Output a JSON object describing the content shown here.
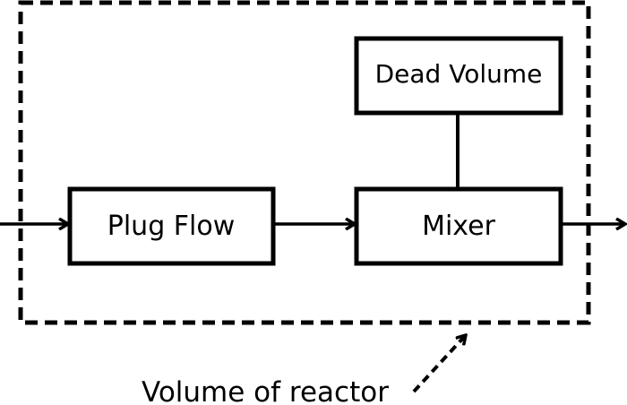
{
  "diagram": {
    "boundary_label": "Volume of reactor",
    "blocks": {
      "plug_flow": "Plug Flow",
      "mixer": "Mixer",
      "dead_volume": "Dead Volume"
    },
    "colors": {
      "stroke": "#000000",
      "background": "#ffffff"
    }
  }
}
